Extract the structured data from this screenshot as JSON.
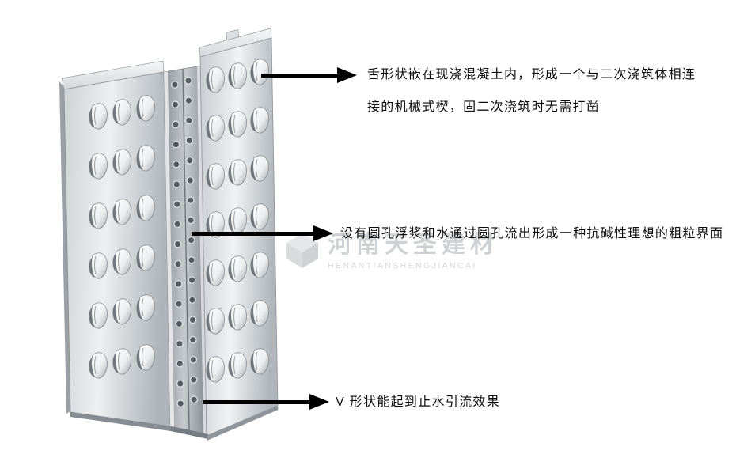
{
  "annotations": [
    {
      "id": "tongue-annotation",
      "lines": [
        "舌形状嵌在现浇混凝土内，形成一个与二次浇筑体相连",
        "接的机械式楔，固二次浇筑时无需打凿"
      ]
    },
    {
      "id": "holes-annotation",
      "lines": [
        "设有圆孔浮浆和水通过圆孔流出形成一种抗碱性理想的粗粒界面"
      ]
    },
    {
      "id": "vshape-annotation",
      "lines": [
        "V 形状能起到止水引流效果"
      ]
    }
  ],
  "watermark": {
    "name": "河南天圣建材",
    "subtext": "HENANTIANSHENGJIANCAI"
  },
  "colors": {
    "arrow": "#000000",
    "text": "#0e0e0e",
    "panel_light": "#eef0f2",
    "panel_mid": "#c3c7cb",
    "panel_dark": "#8f959b"
  }
}
